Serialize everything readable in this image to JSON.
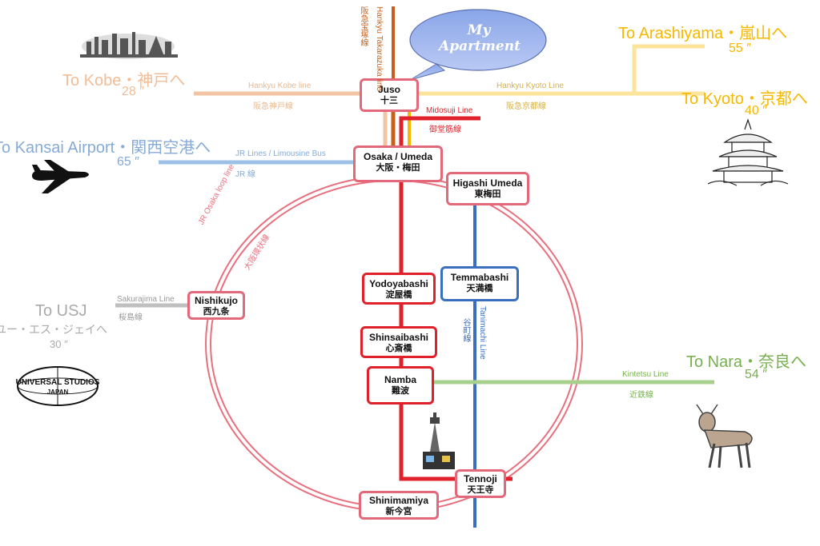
{
  "apartment": {
    "label": "My Apartment"
  },
  "colors": {
    "loop": "#e8707e",
    "red": "#e0202a",
    "blue": "#3a6fc0",
    "orange": "#f6b800",
    "kobe": "#f2c4a4",
    "kyoto": "#fce49a",
    "airport": "#9dc1e6",
    "nara": "#a8d08d",
    "usj": "#bfbfbf",
    "hankyu": "#c8601a"
  },
  "stations": {
    "juso": {
      "en": "Juso",
      "ja": "十三"
    },
    "umeda": {
      "en": "Osaka / Umeda",
      "ja": "大阪・梅田"
    },
    "higashi": {
      "en": "Higashi Umeda",
      "ja": "東梅田"
    },
    "yodoyabashi": {
      "en": "Yodoyabashi",
      "ja": "淀屋橋"
    },
    "temmabashi": {
      "en": "Temmabashi",
      "ja": "天満橋"
    },
    "nishikujo": {
      "en": "Nishikujo",
      "ja": "西九条"
    },
    "shinsaibashi": {
      "en": "Shinsaibashi",
      "ja": "心斎橋"
    },
    "namba": {
      "en": "Namba",
      "ja": "難波"
    },
    "tennoji": {
      "en": "Tennoji",
      "ja": "天王寺"
    },
    "shinimamiya": {
      "en": "Shinimamiya",
      "ja": "新今宮"
    }
  },
  "lines": {
    "hankyu_takarazuka_en": "Hankyu Takarazuka line",
    "hankyu_takarazuka_ja": "阪急宝塚線",
    "hankyu_kobe_en": "Hankyu Kobe line",
    "hankyu_kobe_ja": "阪急神戸線",
    "hankyu_kyoto_en": "Hankyu Kyoto Line",
    "hankyu_kyoto_ja": "阪急京都線",
    "midosuji_en": "Midosuji Line",
    "midosuji_ja": "御堂筋線",
    "jr_airport_en": "JR Lines / Limousine Bus",
    "jr_airport_ja": "JR 線",
    "loop_en": "JR Osaka loop line",
    "loop_ja": "大阪環状線",
    "sakurajima_en": "Sakurajima Line",
    "sakurajima_ja": "桜島線",
    "tanimachi_en": "Tanimachi Line",
    "tanimachi_ja": "谷町線",
    "kintetsu_en": "Kintetsu Line",
    "kintetsu_ja": "近鉄線"
  },
  "destinations": {
    "kobe": {
      "label": "To Kobe・神戸へ",
      "time": "28 ″"
    },
    "arashiyama": {
      "label": "To Arashiyama・嵐山へ",
      "time": "55 ″"
    },
    "kyoto": {
      "label": "To Kyoto・京都へ",
      "time": "40 ″"
    },
    "airport": {
      "label": "To Kansai Airport・関西空港へ",
      "time": "65 ″"
    },
    "usj": {
      "label": "To USJ",
      "label_ja": "ユー・エス・ジェイへ",
      "time": "30 ″"
    },
    "nara": {
      "label": "To Nara・奈良へ",
      "time": "54 ″"
    }
  },
  "logos": {
    "usj_line1": "UNIVERSAL STUDIOS",
    "usj_line2": "JAPAN"
  },
  "icons": [
    "kobe-skyline-icon",
    "airplane-icon",
    "kyoto-pagoda-icon",
    "usj-globe-logo",
    "deer-icon",
    "tsutenkaku-tower-icon",
    "speech-bubble-icon"
  ]
}
